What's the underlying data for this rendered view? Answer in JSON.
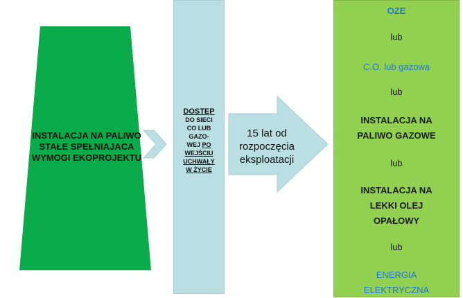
{
  "left_block": {
    "text": "INSTALACJA NA PALIWO STAŁE SPEŁNIAJACA WYMOGI EKOPROJEKTU",
    "color": "#0aab4a"
  },
  "middle_block": {
    "line1": "DOSTĘP",
    "line2": "DO SIECI",
    "line3": "CO LUB",
    "line4": "GAZO-",
    "line5a": "WEJ ",
    "line5b": "PO",
    "line6": "WEJŚCIU",
    "line7": "UCHWAŁY",
    "line8": "W ŻYCIE",
    "color": "#b9dfe3"
  },
  "arrow": {
    "line1": "15 lat od",
    "line2": "rozpoczęcia",
    "line3": "eksploatacji",
    "color": "#b9dfe3"
  },
  "right_block": {
    "color": "#92d050",
    "items": [
      {
        "text": "OZE"
      },
      {
        "text": "lub"
      },
      {
        "text": "C.O. lub gazowa"
      },
      {
        "text": "lub"
      },
      {
        "text": "INSTALACJA NA PALIWO GAZOWE"
      },
      {
        "text": "lub"
      },
      {
        "text": "INSTALACJA NA LEKKI OLEJ OPAŁOWY"
      },
      {
        "text": "lub"
      },
      {
        "text": "ENERGIA ELEKTRYCZNA"
      }
    ]
  }
}
